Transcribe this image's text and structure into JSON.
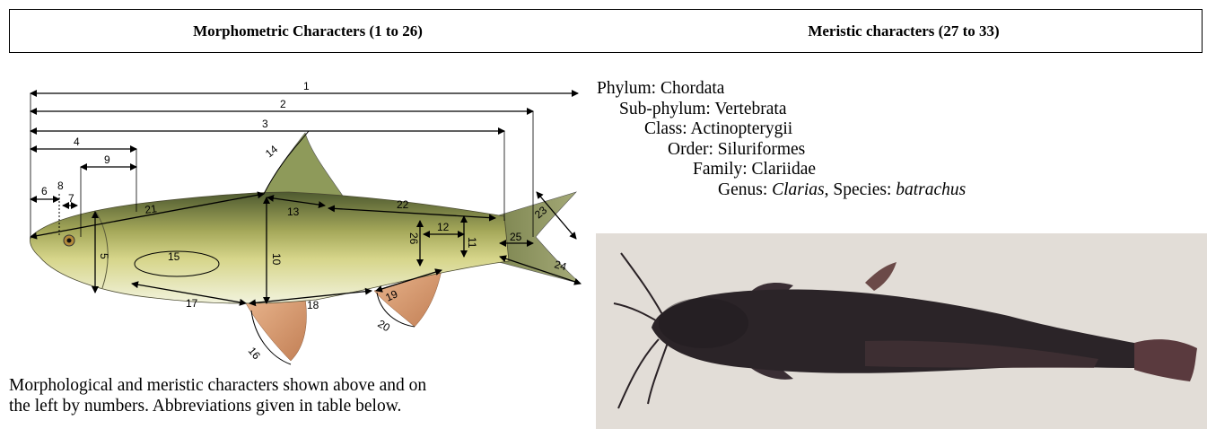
{
  "header": {
    "left": "Morphometric Characters (1 to 26)",
    "right": "Meristic characters (27 to 33)"
  },
  "diagram": {
    "labels": [
      "1",
      "2",
      "3",
      "4",
      "5",
      "6",
      "7",
      "8",
      "9",
      "10",
      "11",
      "12",
      "13",
      "14",
      "15",
      "16",
      "17",
      "18",
      "19",
      "20",
      "21",
      "22",
      "23",
      "24",
      "25",
      "26"
    ]
  },
  "caption": {
    "line1": "Morphological and meristic characters shown above and on",
    "line2": "the left by numbers. Abbreviations given in table below."
  },
  "taxonomy": {
    "phylum": "Phylum: Chordata",
    "subphylum": "Sub-phylum: Vertebrata",
    "class": "Class: Actinopterygii",
    "order": "Order: Siluriformes",
    "family": "Family: Clariidae",
    "genus_prefix": "Genus: ",
    "genus": "Clarias",
    "species_prefix": ", Species: ",
    "species": "batrachus"
  },
  "colors": {
    "fish_body": "#c9c878",
    "fish_back": "#5f6b3a",
    "fish_belly": "#eef0cf",
    "fin": "#d99a70",
    "catfish": "#2b2428",
    "photo_bg": "#e7e2dc"
  }
}
